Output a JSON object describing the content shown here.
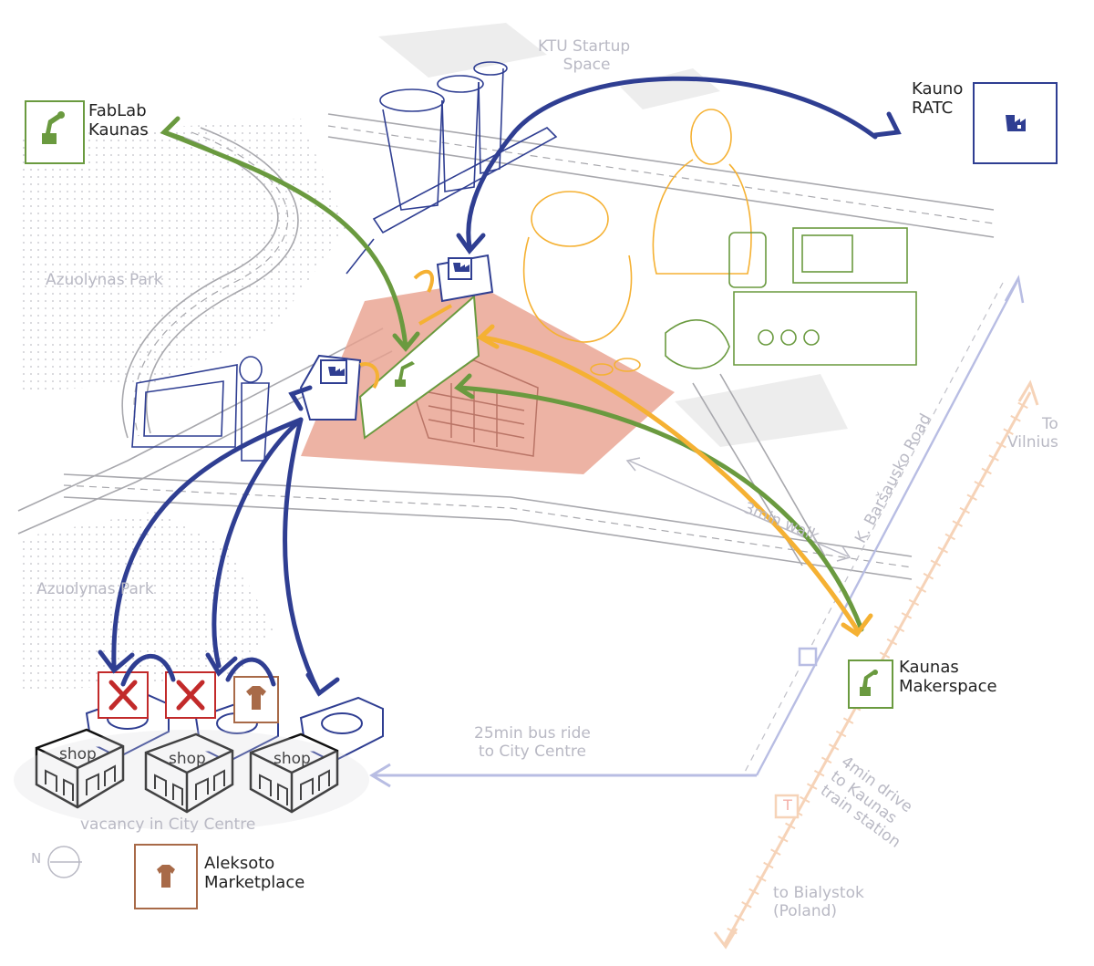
{
  "places": {
    "ktu": [
      "KTU Startup",
      "Space"
    ],
    "fablab": [
      "FabLab",
      "Kaunas"
    ],
    "ratc": [
      "Kauno",
      "RATC"
    ],
    "park_top": "Azuolynas Park",
    "park_bottom": "Azuolynas Park",
    "makerspace": [
      "Kaunas",
      "Makerspace"
    ],
    "marketplace": [
      "Aleksoto",
      "Marketplace"
    ],
    "vacancy": "vacancy in City Centre"
  },
  "routes": {
    "walk": "3min walk",
    "road": "K. Baršausko Road",
    "bus": [
      "25min bus ride",
      "to City Centre"
    ],
    "drive": [
      "4min drive",
      "to Kaunas",
      "train station"
    ],
    "to_vilnius": [
      "To",
      "Vilnius"
    ],
    "to_bialystok": [
      "to Bialystok",
      "(Poland)"
    ],
    "train_marker": "T"
  },
  "shops": [
    "shop",
    "shop",
    "shop"
  ],
  "compass": "N",
  "icons": {
    "fablab": "robot-arm-icon",
    "ratc": "factory-icon",
    "makerspace": "robot-arm-icon",
    "marketplace": "tshirt-icon",
    "repair": "tools-icon"
  },
  "colors": {
    "blue": "#2f3e92",
    "green": "#6a9a3f",
    "orange": "#f5b133",
    "brown": "#a86a48",
    "red": "#c22a2a",
    "salmon": "#e9a08d",
    "grey_text": "#b9b9c4",
    "peach": "#f6d3b8",
    "lavender": "#b8bde3"
  }
}
